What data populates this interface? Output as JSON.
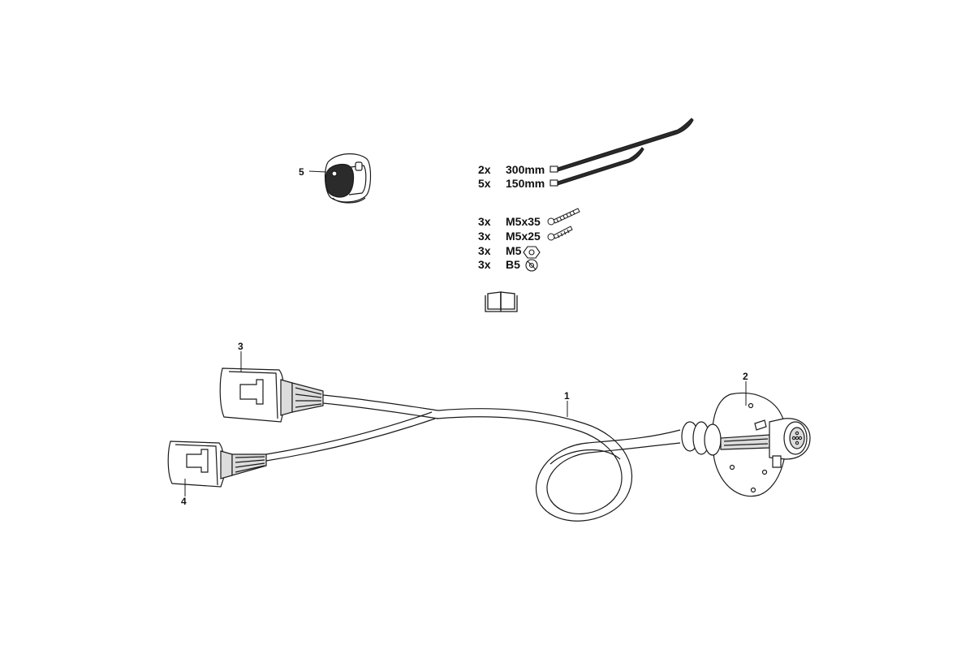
{
  "parts": [
    {
      "number": "1",
      "name": "wiring-harness-cable"
    },
    {
      "number": "2",
      "name": "socket-with-mounting-plate"
    },
    {
      "number": "3",
      "name": "vehicle-connector-upper"
    },
    {
      "number": "4",
      "name": "vehicle-connector-lower"
    },
    {
      "number": "5",
      "name": "control-module"
    }
  ],
  "kit_items": [
    {
      "qty": "2x",
      "spec": "300mm",
      "icon": "cable-tie-icon"
    },
    {
      "qty": "5x",
      "spec": "150mm",
      "icon": "cable-tie-icon"
    },
    {
      "qty": "3x",
      "spec": "M5x35",
      "icon": "screw-icon"
    },
    {
      "qty": "3x",
      "spec": "M5x25",
      "icon": "screw-icon"
    },
    {
      "qty": "3x",
      "spec": "M5",
      "icon": "nut-icon"
    },
    {
      "qty": "3x",
      "spec": "B5",
      "icon": "washer-icon"
    }
  ],
  "manual": {
    "icon": "manual-book-icon"
  },
  "colors": {
    "line": "#1a1a1a",
    "fill": "#ffffff",
    "shade": "#dcdcdc"
  }
}
